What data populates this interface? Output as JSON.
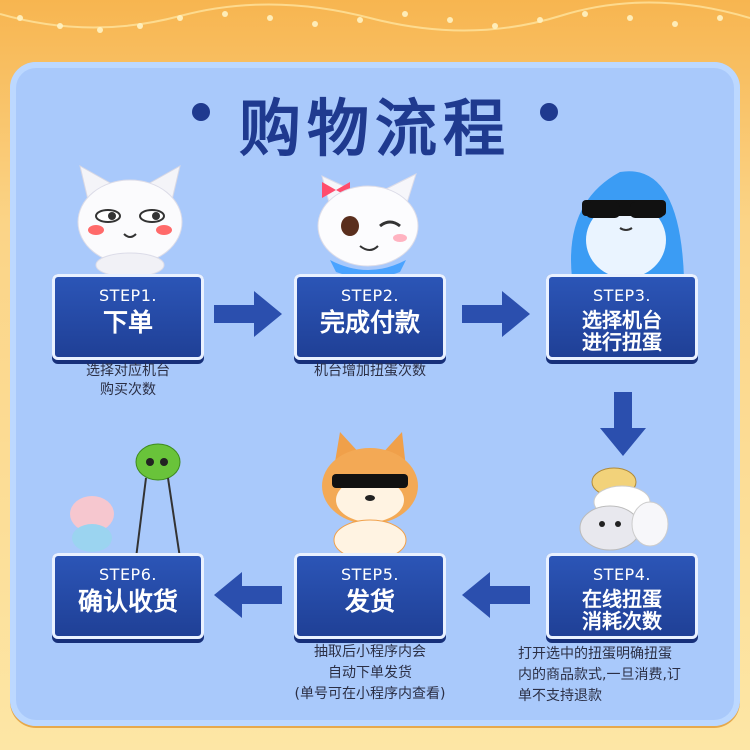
{
  "title": "购物流程",
  "colors": {
    "navy": "#1f3a8f",
    "panel": "#a9c9fb",
    "arrow": "#2b4fae"
  },
  "steps": [
    {
      "num": "STEP1.",
      "name": "下单",
      "desc": [
        "选择对应机台",
        "购买次数"
      ]
    },
    {
      "num": "STEP2.",
      "name": "完成付款",
      "desc": [
        "机台增加扭蛋次数"
      ]
    },
    {
      "num": "STEP3.",
      "name1": "选择机台",
      "name2": "进行扭蛋"
    },
    {
      "num": "STEP4.",
      "name1": "在线扭蛋",
      "name2": "消耗次数",
      "desc": [
        "打开选中的扭蛋明确扭蛋",
        "内的商品款式,一旦消费,订",
        "单不支持退款"
      ]
    },
    {
      "num": "STEP5.",
      "name": "发货",
      "desc": [
        "抽取后小程序内会",
        "自动下单发货",
        "(单号可在小程序内查看)"
      ]
    },
    {
      "num": "STEP6.",
      "name": "确认收货"
    }
  ]
}
